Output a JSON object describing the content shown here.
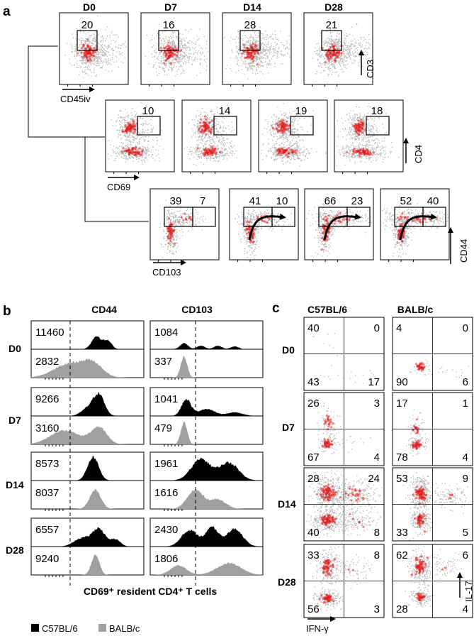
{
  "panel_labels": {
    "a": "a",
    "b": "b",
    "c": "c"
  },
  "days": [
    "D0",
    "D7",
    "D14",
    "D28"
  ],
  "panel_a": {
    "cd3_row": {
      "x_axis": "CD45iv",
      "y_axis": "CD3",
      "gate_values": [
        "20",
        "16",
        "28",
        "21"
      ]
    },
    "cd4_row": {
      "x_axis": "CD69",
      "y_axis": "CD4",
      "gate_values": [
        "10",
        "14",
        "19",
        "18"
      ]
    },
    "cd44_row": {
      "x_axis": "CD103",
      "y_axis": "CD44",
      "left_gate_values": [
        "39",
        "41",
        "66",
        "52"
      ],
      "right_gate_values": [
        "7",
        "10",
        "23",
        "40"
      ]
    }
  },
  "panel_b": {
    "columns": [
      "CD44",
      "CD103"
    ],
    "rows": [
      {
        "day": "D0",
        "cd44_black": "11460",
        "cd44_gray": "2832",
        "cd103_black": "1084",
        "cd103_gray": "337"
      },
      {
        "day": "D7",
        "cd44_black": "9266",
        "cd44_gray": "3160",
        "cd103_black": "1041",
        "cd103_gray": "479"
      },
      {
        "day": "D14",
        "cd44_black": "8573",
        "cd44_gray": "8037",
        "cd103_black": "1961",
        "cd103_gray": "1616"
      },
      {
        "day": "D28",
        "cd44_black": "6557",
        "cd44_gray": "9240",
        "cd103_black": "2430",
        "cd103_gray": "1806"
      }
    ],
    "x_label": "CD69⁺ resident CD4⁺ T cells",
    "legend": [
      {
        "label": "C57BL/6",
        "color": "#000000"
      },
      {
        "label": "BALB/c",
        "color": "#a0a0a0"
      }
    ]
  },
  "panel_c": {
    "columns": [
      "C57BL/6",
      "BALB/c"
    ],
    "x_axis": "IFN-γ",
    "y_axis": "IL-17",
    "rows": [
      {
        "day": "D0",
        "c57": [
          "40",
          "0",
          "43",
          "17"
        ],
        "balb": [
          "4",
          "0",
          "90",
          "6"
        ]
      },
      {
        "day": "D7",
        "c57": [
          "26",
          "3",
          "67",
          "4"
        ],
        "balb": [
          "17",
          "1",
          "78",
          "4"
        ]
      },
      {
        "day": "D14",
        "c57": [
          "28",
          "24",
          "40",
          "8"
        ],
        "balb": [
          "53",
          "9",
          "33",
          "5"
        ]
      },
      {
        "day": "D28",
        "c57": [
          "33",
          "8",
          "56",
          "3"
        ],
        "balb": [
          "62",
          "6",
          "28",
          "4"
        ]
      }
    ]
  },
  "colors": {
    "dot": "#b4b4b4",
    "dense": "#e41a1c",
    "black_hist": "#000000",
    "gray_hist": "#a0a0a0"
  }
}
